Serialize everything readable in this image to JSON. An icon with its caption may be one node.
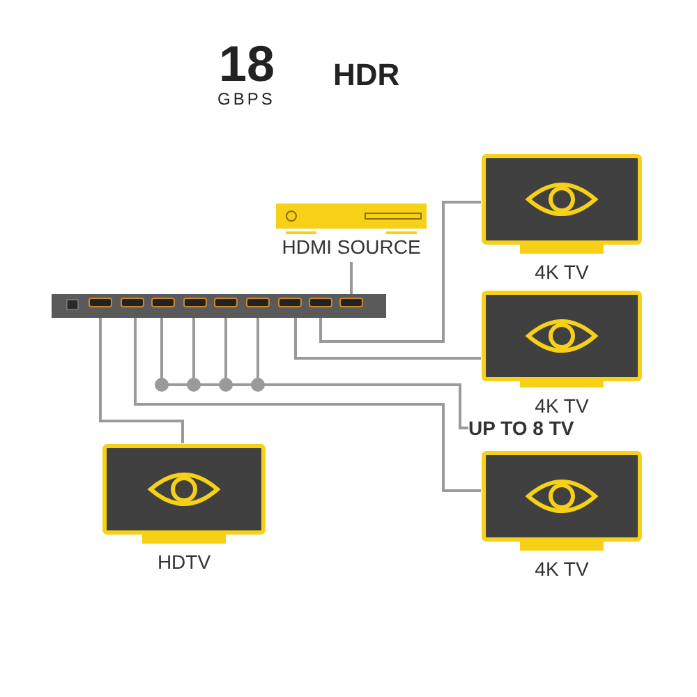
{
  "diagram": {
    "nodes": [
      {
        "text": [
          "HDMI SOURCE"
        ]
      },
      {
        "text": [],
        "shape": "box"
      },
      {
        "text": [
          "4K TV"
        ]
      },
      {
        "text": [
          "4K TV"
        ]
      },
      {
        "text": [
          "UP TO 8 TV"
        ]
      },
      {
        "text": [
          "4K TV"
        ]
      },
      {
        "text": [
          "HDTV"
        ]
      }
    ],
    "edges": [
      {
        "from": 0,
        "to": 1,
        "arrow": "none"
      },
      {
        "from": 1,
        "to": 2,
        "arrow": "none"
      },
      {
        "from": 1,
        "to": 3,
        "arrow": "none"
      },
      {
        "from": 1,
        "to": 4,
        "arrow": "none"
      },
      {
        "from": 1,
        "to": 5,
        "arrow": "none"
      },
      {
        "from": 1,
        "to": 6,
        "arrow": "none"
      }
    ],
    "labels": [
      "18",
      "GBPS",
      "HDR"
    ]
  }
}
